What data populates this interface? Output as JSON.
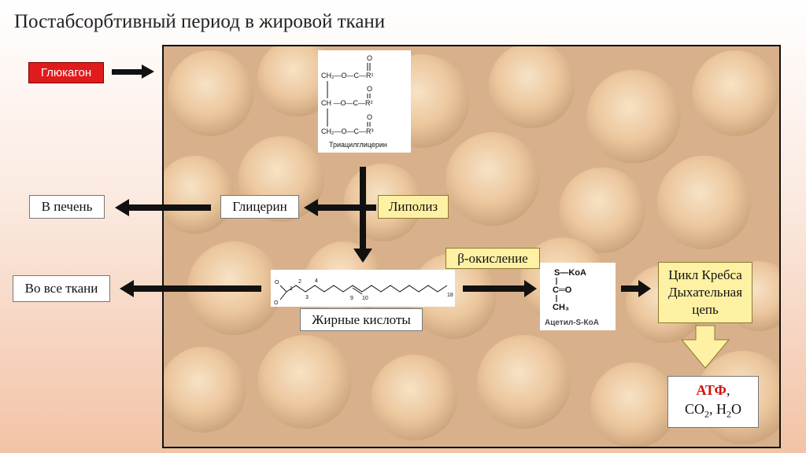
{
  "title": "Постабсорбтивный период в жировой ткани",
  "glucagon": "Глюкагон",
  "to_liver": "В печень",
  "glycerol": "Глицерин",
  "lipolysis": "Липолиз",
  "to_all_tissues": "Во все ткани",
  "fatty_acids": "Жирные кислоты",
  "beta_oxidation": "β-окисление",
  "krebs": {
    "line1": "Цикл Кребса",
    "line2": "Дыхательная",
    "line3": "цепь"
  },
  "products": {
    "atp": "АТФ",
    "comma": ",",
    "co": "CO",
    "sub2a": "2",
    "sep": ", H",
    "sub2b": "2",
    "o": "O"
  },
  "tag": {
    "name": "Триацилглицерин",
    "r1": "CH₂—O—C—R¹",
    "r2": "CH —O—C—R²",
    "r3": "CH₂—O—C—R³",
    "o": "O"
  },
  "fatty_acid_struct": {
    "n1": "1",
    "n2": "2",
    "n3": "3",
    "n4": "4",
    "n9": "9",
    "n10": "10",
    "n18": "18",
    "o": "O"
  },
  "acetyl": {
    "name": "Ацетил-S-КоА",
    "s_koa": "S—KoA",
    "c_o": "C═O",
    "ch3": "CH₃"
  },
  "colors": {
    "red_box": "#e01b1b",
    "yellow_box": "#fff1a3",
    "arrow": "#111111",
    "atp": "#d01010"
  }
}
